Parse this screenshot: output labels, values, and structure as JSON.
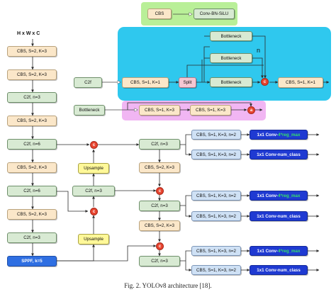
{
  "colors": {
    "cbs": "#fbe7c9",
    "c2f": "#d8ead3",
    "split": "#f4c7d2",
    "upsample": "#fff899",
    "sppf": "#2f6fe2",
    "head_cbs": "#cfe1f5",
    "head_conv": "#1f3ad2",
    "concat": "#e7442f",
    "c2f_panel": "#2fc8ee",
    "bottleneck_panel": "#f1b6f3",
    "legend_panel": "#b9ef98"
  },
  "legend": {
    "cbs": "CBS",
    "conv_bn_silu": "Conv-BN-SiLU"
  },
  "input_label": "H x W x C",
  "backbone": [
    "CBS, S=2, K=3",
    "CBS, S=2, K=3",
    "C2f, n=3",
    "CBS, S=2, K=3",
    "C2f, n=6",
    "CBS, S=2, K=3",
    "C2f, n=6",
    "CBS, S=2, K=3",
    "C2f, n=3",
    "SPPF, k=5"
  ],
  "c2f_detail": {
    "c2f": "C2f",
    "cbs_in": "CBS, S=1, K=1",
    "split": "Split",
    "bottlenecks": [
      "Bottleneck",
      "Bottleneck",
      "Bottleneck"
    ],
    "n_symbol": "n",
    "cbs_out": "CBS, S=1, K=1",
    "concat": "c"
  },
  "bottleneck_detail": {
    "bottleneck": "Bottleneck",
    "cbs_1": "CBS, S=1, K=3",
    "cbs_2": "CBS, S=1, K=3",
    "add": "a"
  },
  "neck": {
    "upsample_1": "Upsample",
    "c2f_a": "C2f, n=3",
    "upsample_2": "Upsample",
    "c2f_b": "C2f, n=3",
    "cbs_b": "CBS, S=2, K=3",
    "c2f_c": "C2f, n=3",
    "cbs_c": "CBS, S=2, K=3",
    "c2f_d": "C2f, n=3",
    "concat": "c"
  },
  "heads": [
    {
      "cbs_1": "CBS, S=1, K=3, n=2",
      "cbs_2": "CBS, S=1, K=3, n=2",
      "reg_prefix": "1x1 Conv-",
      "reg_suffix": "4*reg_max",
      "cls": "1x1 Conv-num_class"
    },
    {
      "cbs_1": "CBS, S=1, K=3, n=2",
      "cbs_2": "CBS, S=1, K=3, n=2",
      "reg_prefix": "1x1 Conv-",
      "reg_suffix": "4*reg_max",
      "cls": "1x1 Conv-num_class"
    },
    {
      "cbs_1": "CBS, S=1, K=3, n=2",
      "cbs_2": "CBS, S=1, K=3, n=2",
      "reg_prefix": "1x1 Conv-",
      "reg_suffix": "4*reg_max",
      "cls": "1x1 Conv-num_class"
    }
  ],
  "caption": "Fig. 2.   YOLOv8 architecture [18]."
}
